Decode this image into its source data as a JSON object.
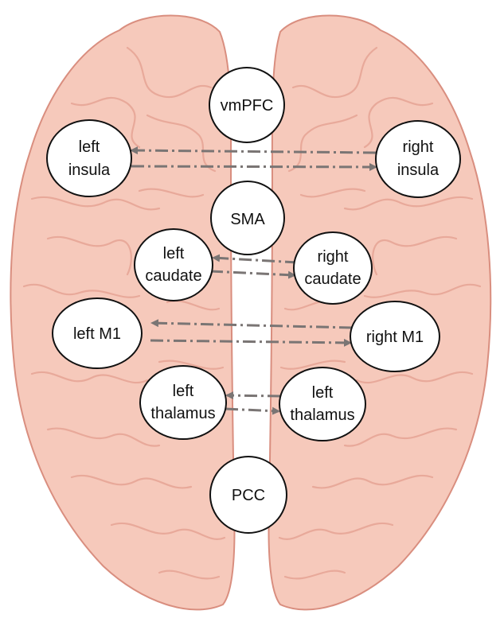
{
  "figure": {
    "colors": {
      "brain_fill": "#f6c9bb",
      "brain_outline": "#d98e7f",
      "gyrus_line": "#e8a99a",
      "node_fill": "#ffffff",
      "node_stroke": "#111111",
      "connector": "#7a7574"
    },
    "nodes": {
      "vmpfc": {
        "lines": [
          "vmPFC"
        ]
      },
      "left_insula": {
        "lines": [
          "left",
          "insula"
        ]
      },
      "right_insula": {
        "lines": [
          "right",
          "insula"
        ]
      },
      "sma": {
        "lines": [
          "SMA"
        ]
      },
      "left_caudate": {
        "lines": [
          "left",
          "caudate"
        ]
      },
      "right_caudate": {
        "lines": [
          "right",
          "caudate"
        ]
      },
      "left_m1": {
        "lines": [
          "left M1"
        ]
      },
      "right_m1": {
        "lines": [
          "right M1"
        ]
      },
      "left_thalamus": {
        "lines": [
          "left",
          "thalamus"
        ]
      },
      "right_thalamus": {
        "lines": [
          "left",
          "thalamus"
        ]
      },
      "pcc": {
        "lines": [
          "PCC"
        ]
      }
    },
    "connections": [
      {
        "from": "right_insula",
        "to": "left_insula"
      },
      {
        "from": "left_insula",
        "to": "right_insula"
      },
      {
        "from": "right_caudate",
        "to": "left_caudate"
      },
      {
        "from": "left_caudate",
        "to": "right_caudate"
      },
      {
        "from": "right_m1",
        "to": "left_m1"
      },
      {
        "from": "left_m1",
        "to": "right_m1"
      },
      {
        "from": "right_thalamus",
        "to": "left_thalamus"
      },
      {
        "from": "left_thalamus",
        "to": "right_thalamus"
      }
    ]
  }
}
